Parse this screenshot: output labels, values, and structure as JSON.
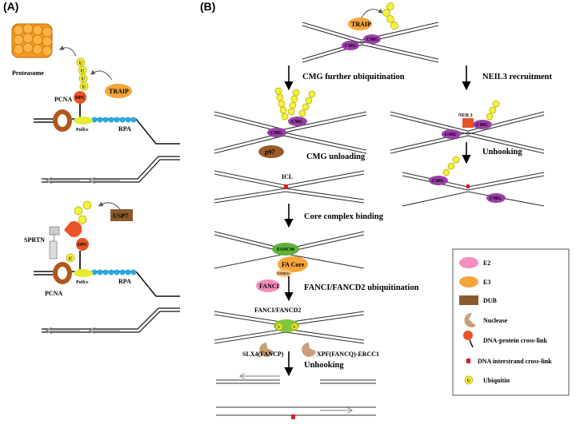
{
  "panels": {
    "a": "(A)",
    "b": "(B)"
  },
  "panel_a": {
    "proteasome": "Proteasome",
    "traip": "TRAIP",
    "pcna_top": "PCNA",
    "pcna_bottom": "PCNA",
    "dpc": "DPC",
    "pol_top": "Polδ/ε",
    "pol_bottom": "Polδ/ε",
    "rpa_top": "RPA",
    "rpa_bottom": "RPA",
    "sprtn": "SPRTN",
    "usp7": "USP7"
  },
  "panel_b": {
    "traip": "TRAIP",
    "cmg": "CMG",
    "steps": {
      "cmg_ub": "CMG  further ubiquitination",
      "neil3_recruit": "NEIL3 recruitment",
      "cmg_unloading": "CMG unloading",
      "unhooking_right": "Unhooking",
      "core_binding": "Core complex binding",
      "fanci_ub": "FANCI/FANCD2 ubiquitination",
      "unhooking_bottom": "Unhooking"
    },
    "neil3": "NEIL3",
    "p97": "p97",
    "icl": "ICL",
    "fancm": "FANCM",
    "fa_core": "FA Core",
    "fancl": "FANCL",
    "fanci": "FANCI",
    "fanci_fancd2": "FANCI/FANCD2",
    "slx4": "SLX4(FANCP)",
    "xpf": "XPF(FANCQ)-ERCC1"
  },
  "ubiquitin_letter": "U",
  "legend": {
    "items": [
      {
        "label": "E2",
        "color": "#f48fbf",
        "icon": "pink-ellipse"
      },
      {
        "label": "E3",
        "color": "#f5a53a",
        "icon": "orange-ellipse"
      },
      {
        "label": "DUB",
        "color": "#8b5a2b",
        "icon": "brown-rect"
      },
      {
        "label": "Nuclease",
        "color": "#c9a07a",
        "icon": "pacman"
      },
      {
        "label": "DNA-protein cross-link",
        "color": "#e8542a",
        "icon": "dpc-lollipop"
      },
      {
        "label": "DNA interstrand cross-link",
        "color": "#d42020",
        "icon": "red-square"
      },
      {
        "label": "Ubiquitin",
        "color": "#f2f23a",
        "icon": "yellow-circle"
      }
    ]
  }
}
